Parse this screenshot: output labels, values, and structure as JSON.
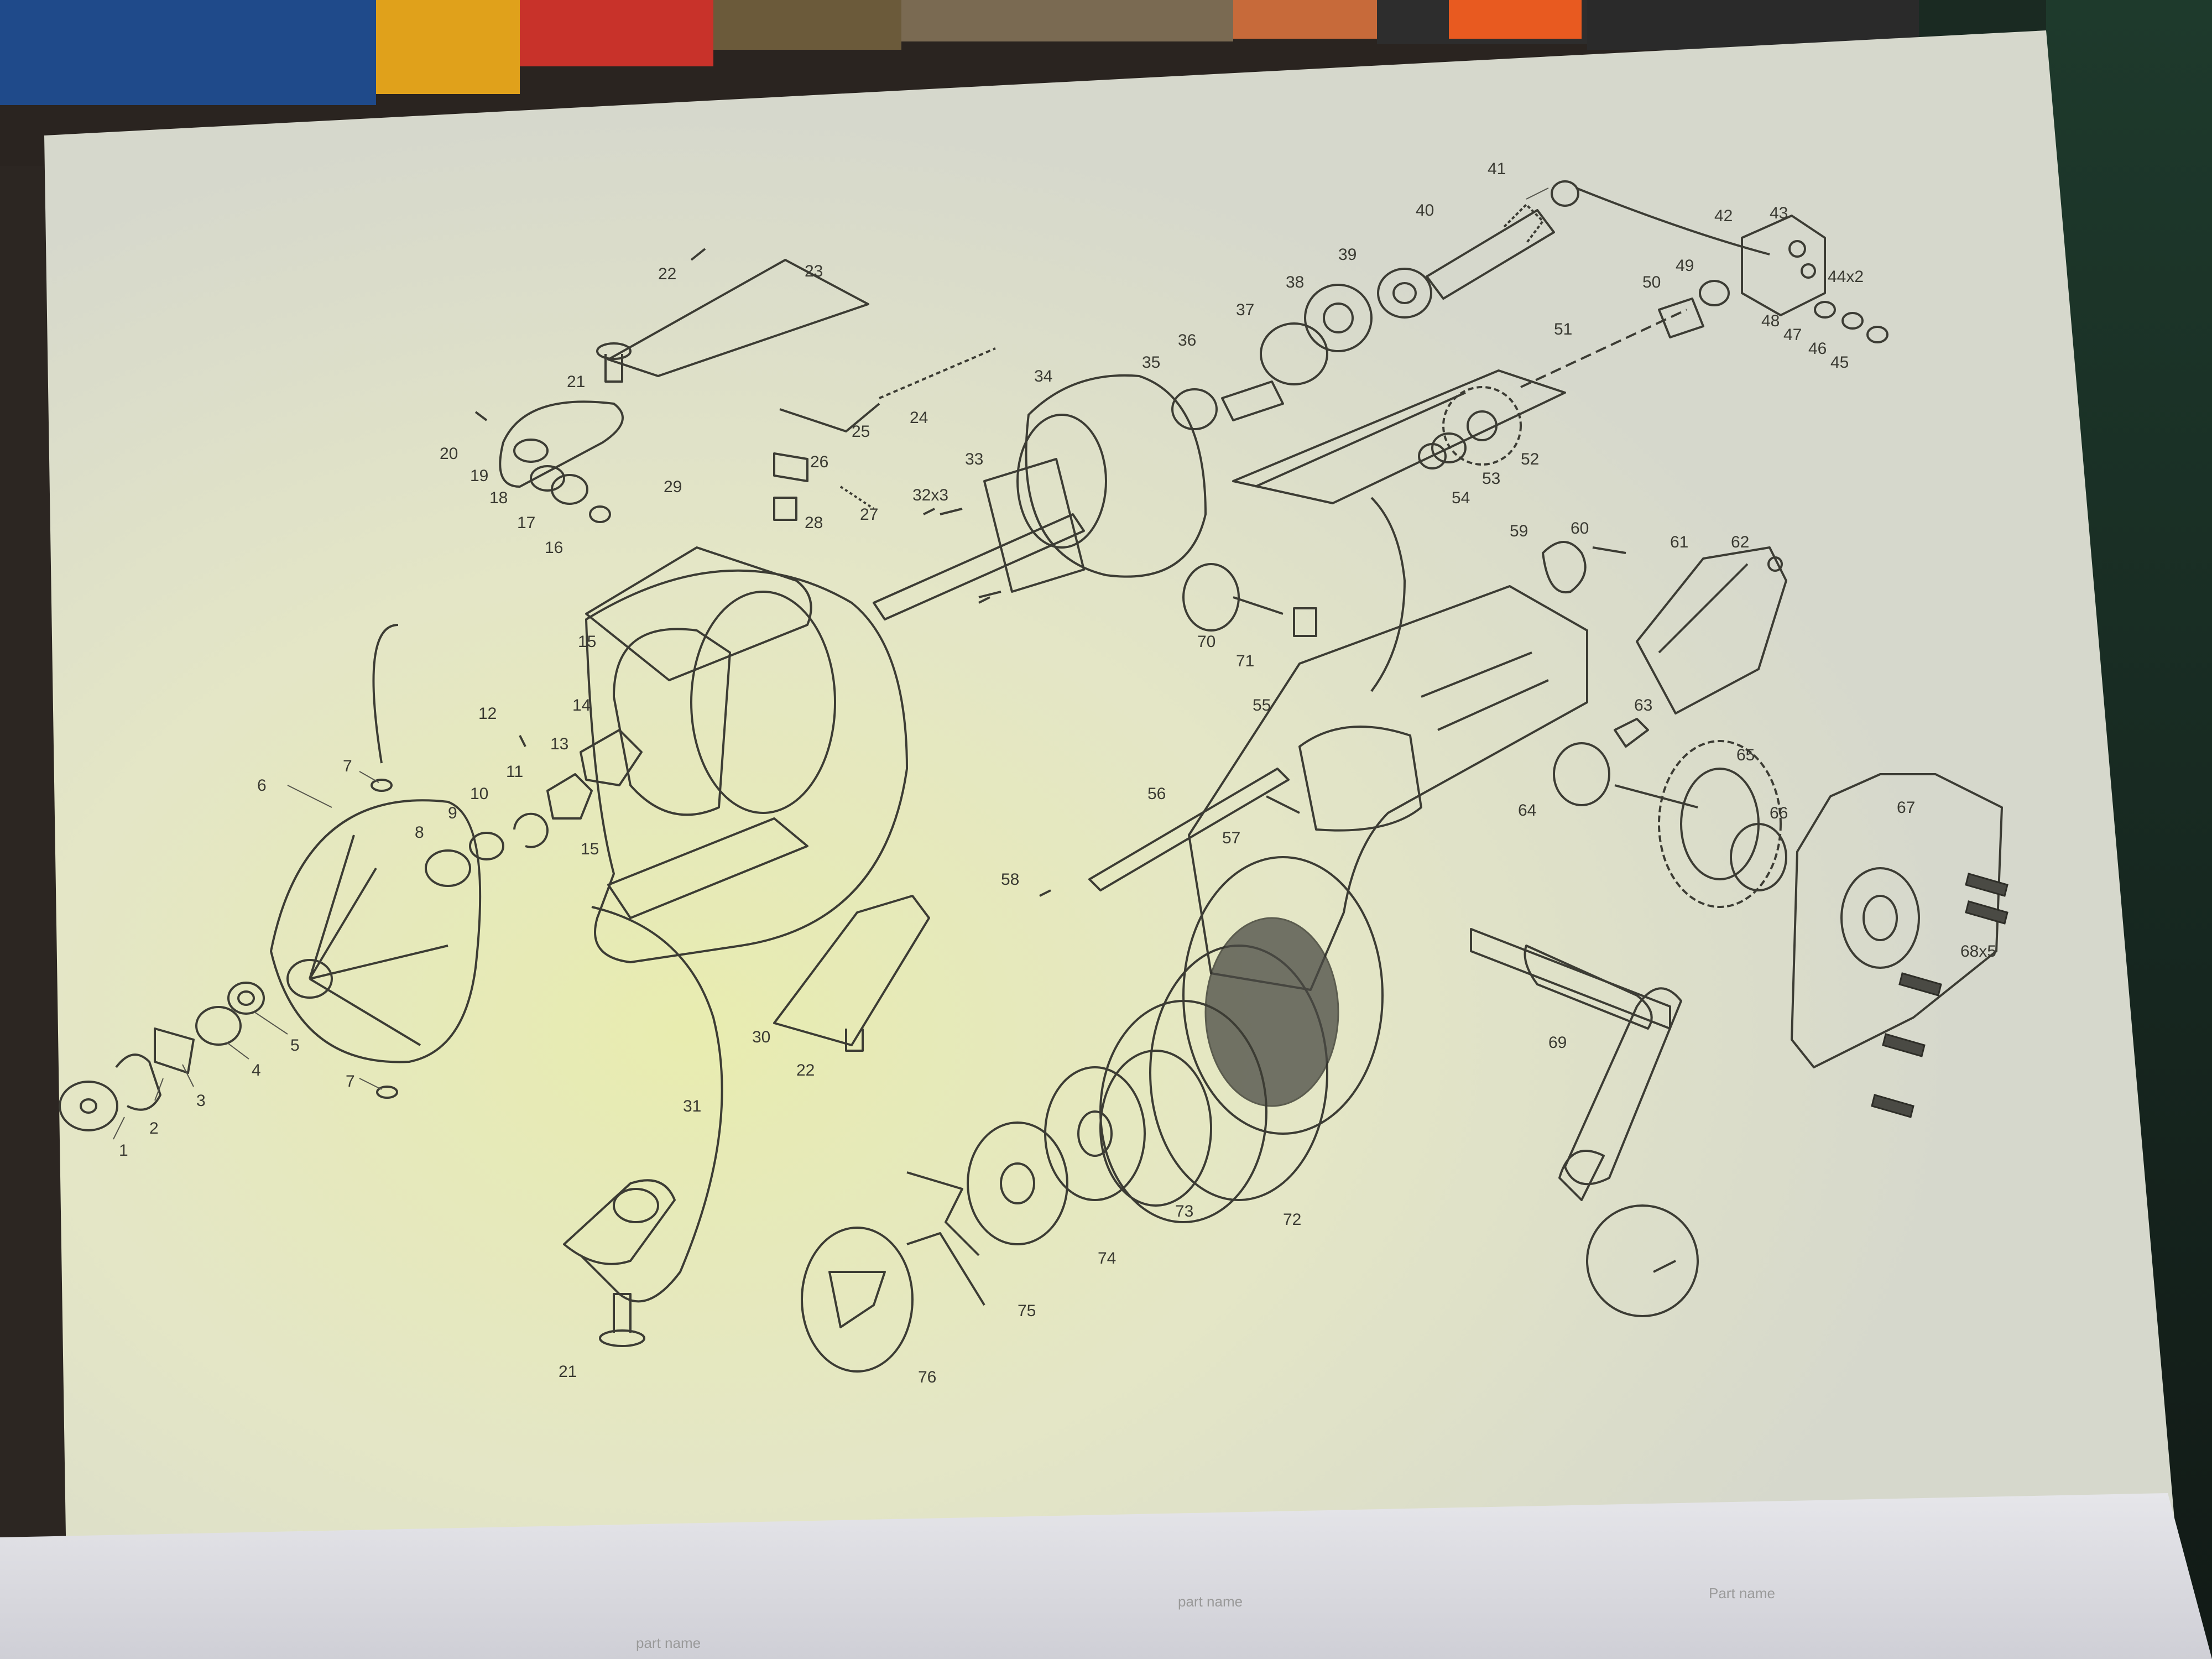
{
  "diagram": {
    "callouts": [
      {
        "id": "c1",
        "text": "1"
      },
      {
        "id": "c2",
        "text": "2"
      },
      {
        "id": "c3",
        "text": "3"
      },
      {
        "id": "c4",
        "text": "4"
      },
      {
        "id": "c5",
        "text": "5"
      },
      {
        "id": "c6",
        "text": "6"
      },
      {
        "id": "c7a",
        "text": "7"
      },
      {
        "id": "c7b",
        "text": "7"
      },
      {
        "id": "c8",
        "text": "8"
      },
      {
        "id": "c9",
        "text": "9"
      },
      {
        "id": "c10",
        "text": "10"
      },
      {
        "id": "c11",
        "text": "11"
      },
      {
        "id": "c12",
        "text": "12"
      },
      {
        "id": "c13",
        "text": "13"
      },
      {
        "id": "c14",
        "text": "14"
      },
      {
        "id": "c15a",
        "text": "15"
      },
      {
        "id": "c15b",
        "text": "15"
      },
      {
        "id": "c16",
        "text": "16"
      },
      {
        "id": "c17",
        "text": "17"
      },
      {
        "id": "c18",
        "text": "18"
      },
      {
        "id": "c19",
        "text": "19"
      },
      {
        "id": "c20",
        "text": "20"
      },
      {
        "id": "c21a",
        "text": "21"
      },
      {
        "id": "c21b",
        "text": "21"
      },
      {
        "id": "c22a",
        "text": "22"
      },
      {
        "id": "c22b",
        "text": "22"
      },
      {
        "id": "c23",
        "text": "23"
      },
      {
        "id": "c24",
        "text": "24"
      },
      {
        "id": "c25",
        "text": "25"
      },
      {
        "id": "c26",
        "text": "26"
      },
      {
        "id": "c27",
        "text": "27"
      },
      {
        "id": "c28",
        "text": "28"
      },
      {
        "id": "c29",
        "text": "29"
      },
      {
        "id": "c30",
        "text": "30"
      },
      {
        "id": "c31",
        "text": "31"
      },
      {
        "id": "c32",
        "text": "32x3"
      },
      {
        "id": "c33",
        "text": "33"
      },
      {
        "id": "c34",
        "text": "34"
      },
      {
        "id": "c35",
        "text": "35"
      },
      {
        "id": "c36",
        "text": "36"
      },
      {
        "id": "c37",
        "text": "37"
      },
      {
        "id": "c38",
        "text": "38"
      },
      {
        "id": "c39",
        "text": "39"
      },
      {
        "id": "c40",
        "text": "40"
      },
      {
        "id": "c41",
        "text": "41"
      },
      {
        "id": "c42",
        "text": "42"
      },
      {
        "id": "c43",
        "text": "43"
      },
      {
        "id": "c44",
        "text": "44x2"
      },
      {
        "id": "c45",
        "text": "45"
      },
      {
        "id": "c46",
        "text": "46"
      },
      {
        "id": "c47",
        "text": "47"
      },
      {
        "id": "c48",
        "text": "48"
      },
      {
        "id": "c49",
        "text": "49"
      },
      {
        "id": "c50",
        "text": "50"
      },
      {
        "id": "c51",
        "text": "51"
      },
      {
        "id": "c52",
        "text": "52"
      },
      {
        "id": "c53",
        "text": "53"
      },
      {
        "id": "c54",
        "text": "54"
      },
      {
        "id": "c55",
        "text": "55"
      },
      {
        "id": "c56",
        "text": "56"
      },
      {
        "id": "c57",
        "text": "57"
      },
      {
        "id": "c58",
        "text": "58"
      },
      {
        "id": "c59",
        "text": "59"
      },
      {
        "id": "c60",
        "text": "60"
      },
      {
        "id": "c61",
        "text": "61"
      },
      {
        "id": "c62",
        "text": "62"
      },
      {
        "id": "c63",
        "text": "63"
      },
      {
        "id": "c64",
        "text": "64"
      },
      {
        "id": "c65",
        "text": "65"
      },
      {
        "id": "c66",
        "text": "66"
      },
      {
        "id": "c67",
        "text": "67"
      },
      {
        "id": "c68",
        "text": "68x5"
      },
      {
        "id": "c69",
        "text": "69"
      },
      {
        "id": "c70",
        "text": "70"
      },
      {
        "id": "c71",
        "text": "71"
      },
      {
        "id": "c72",
        "text": "72"
      },
      {
        "id": "c73",
        "text": "73"
      },
      {
        "id": "c74",
        "text": "74"
      },
      {
        "id": "c75",
        "text": "75"
      },
      {
        "id": "c76",
        "text": "76"
      }
    ],
    "legend_headers": {
      "col1": "part name",
      "col2": "part name",
      "col3": "Part name"
    }
  }
}
